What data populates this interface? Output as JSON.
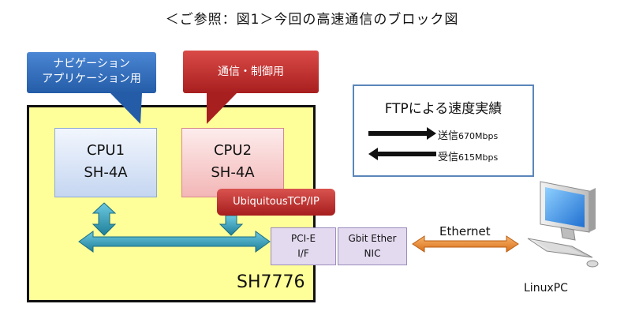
{
  "title": "＜ご参照：図1＞今回の高速通信のブロック図",
  "chip": {
    "label": "SH7776"
  },
  "callouts": {
    "navigation": {
      "line1": "ナビゲーション",
      "line2": "アプリケーション用"
    },
    "control": {
      "label": "通信・制御用"
    }
  },
  "cpus": [
    {
      "name": "CPU1",
      "model": "SH-4A"
    },
    {
      "name": "CPU2",
      "model": "SH-4A"
    }
  ],
  "stack": {
    "label": "UbiquitousTCP/IP"
  },
  "pci": {
    "line1": "PCI-E",
    "line2": "I/F"
  },
  "nic": {
    "line1": "Gbit Ether",
    "line2": "NIC"
  },
  "ethernet": {
    "label": "Ethernet"
  },
  "pc": {
    "label": "LinuxPC"
  },
  "ftp": {
    "title": "FTPによる速度実績",
    "send": {
      "label": "送信",
      "value": "670Mbps"
    },
    "receive": {
      "label": "受信",
      "value": "615Mbps"
    }
  },
  "colors": {
    "chip_fill": "#ffff99",
    "bus_teal": "#2f9bb8",
    "ethernet_orange": "#e8862a",
    "callout_blue": "#2f6fbf",
    "callout_red": "#c0302c"
  }
}
